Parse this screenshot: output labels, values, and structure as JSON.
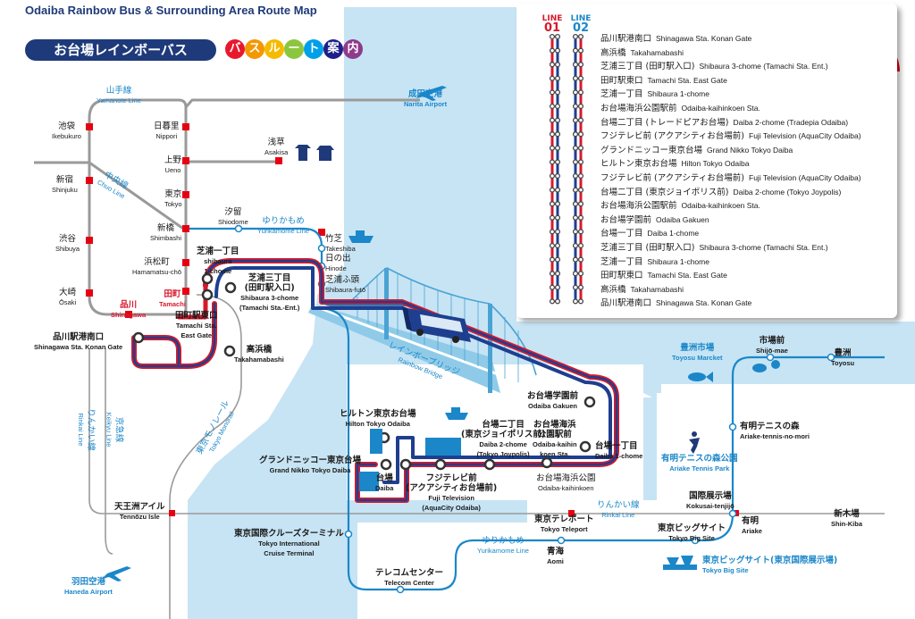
{
  "header": {
    "title": "Odaiba Rainbow Bus & Surrounding Area Route Map",
    "jp_title": "お台場レインボーバス",
    "route_guide_chars": [
      "バ",
      "ス",
      "ル",
      "ー",
      "ト",
      "案",
      "内"
    ],
    "route_guide_colors": [
      "#e8192c",
      "#f39800",
      "#f6ba00",
      "#8cc63f",
      "#00a0e9",
      "#1d2088",
      "#8e3b8b"
    ]
  },
  "colors": {
    "line01": "#d7192d",
    "line02": "#1e3f8f",
    "jr": "#9a9a9a",
    "yurikamome": "#1b87c9",
    "water": "#c7e4f4"
  },
  "stop_panel": {
    "line01_label": "LINE",
    "line01_num": "01",
    "line02_label": "LINE",
    "line02_num": "02",
    "stops": [
      {
        "jp": "品川駅港南口",
        "en": "Shinagawa Sta. Konan Gate"
      },
      {
        "jp": "高浜橋",
        "en": "Takahamabashi"
      },
      {
        "jp": "芝浦三丁目 (田町駅入口)",
        "en": "Shibaura 3-chome (Tamachi Sta. Ent.)"
      },
      {
        "jp": "田町駅東口",
        "en": "Tamachi Sta. East Gate"
      },
      {
        "jp": "芝浦一丁目",
        "en": "Shibaura 1-chome"
      },
      {
        "jp": "お台場海浜公園駅前",
        "en": "Odaiba-kaihinkoen Sta."
      },
      {
        "jp": "台場二丁目 (トレードピアお台場)",
        "en": "Daiba 2-chome (Tradepia  Odaiba)"
      },
      {
        "jp": "フジテレビ前 (アクアシティお台場前)",
        "en": "Fuji Television (AquaCity Odaiba)"
      },
      {
        "jp": "グランドニッコー東京台場",
        "en": "Grand Nikko Tokyo Daiba"
      },
      {
        "jp": "ヒルトン東京お台場",
        "en": "Hilton Tokyo Odaiba"
      },
      {
        "jp": "フジテレビ前 (アクアシティお台場前)",
        "en": "Fuji Television (AquaCity Odaiba)"
      },
      {
        "jp": "台場二丁目 (東京ジョイポリス前)",
        "en": "Daiba 2-chome (Tokyo Joypolis)"
      },
      {
        "jp": "お台場海浜公園駅前",
        "en": "Odaiba-kaihinkoen Sta."
      },
      {
        "jp": "お台場学園前",
        "en": "Odaiba Gakuen"
      },
      {
        "jp": "台場一丁目",
        "en": "Daiba 1-chome"
      },
      {
        "jp": "芝浦三丁目 (田町駅入口)",
        "en": "Shibaura 3-chome (Tamachi Sta. Ent.)"
      },
      {
        "jp": "芝浦一丁目",
        "en": "Shibaura 1-chome"
      },
      {
        "jp": "田町駅東口",
        "en": "Tamachi Sta. East Gate"
      },
      {
        "jp": "高浜橋",
        "en": "Takahamabashi"
      },
      {
        "jp": "品川駅港南口",
        "en": "Shinagawa Sta. Konan Gate"
      }
    ]
  },
  "lines": {
    "yamanote": {
      "jp": "山手線",
      "en": "Yamanote Line"
    },
    "chuo": {
      "jp": "中央線",
      "en": "Chuo Line"
    },
    "yurikamome_top": {
      "jp": "ゆりかもめ",
      "en": "Yurikamome Line"
    },
    "yurikamome_bottom": {
      "jp": "ゆりかもめ",
      "en": "Yurikamome Line"
    },
    "rainbow_bridge": {
      "jp": "レインボーブリッジ",
      "en": "Rainbow Bridge"
    },
    "tokyo_monorail": {
      "jp": "東京モノレール",
      "en": "Tokyo Monorail"
    },
    "keikyu": {
      "jp": "京急線",
      "en": "Keikyu Line"
    },
    "rinkai_left": {
      "jp": "りんかい線",
      "en": "Rinkai Line"
    },
    "rinkai_right": {
      "jp": "りんかい線",
      "en": "Rinkai Line"
    }
  },
  "stations": {
    "ikebukuro": {
      "jp": "池袋",
      "en": "Ikebukuro"
    },
    "shinjuku": {
      "jp": "新宿",
      "en": "Shinjuku"
    },
    "shibuya": {
      "jp": "渋谷",
      "en": "Shibuya"
    },
    "osaki": {
      "jp": "大崎",
      "en": "Ōsaki"
    },
    "shinagawa": {
      "jp": "品川",
      "en": "Shinagawa"
    },
    "nippori": {
      "jp": "日暮里",
      "en": "Nippori"
    },
    "ueno": {
      "jp": "上野",
      "en": "Ueno"
    },
    "tokyo": {
      "jp": "東京",
      "en": "Tokyo"
    },
    "shimbashi": {
      "jp": "新橋",
      "en": "Shimbashi"
    },
    "hamamatsucho": {
      "jp": "浜松町",
      "en": "Hamamatsu-chō"
    },
    "tamachi": {
      "jp": "田町",
      "en": "Tamachi"
    },
    "asakusa": {
      "jp": "浅草",
      "en": "Asakisa"
    },
    "narita": {
      "jp": "成田空港",
      "en": "Narita Airport"
    },
    "shiodome": {
      "jp": "汐留",
      "en": "Shiodome"
    },
    "takeshiba": {
      "jp": "竹芝",
      "en": "Takeshiba"
    },
    "hinode": {
      "jp": "日の出",
      "en": "Hinode"
    },
    "shibaura_futo": {
      "jp": "芝浦ふ頭",
      "en": "Shibaura-futō"
    },
    "haneda": {
      "jp": "羽田空港",
      "en": "Haneda Airport"
    },
    "tennozu": {
      "jp": "天王洲アイル",
      "en": "Tennōzu Isle"
    },
    "toyosu_market": {
      "jp": "豊洲市場",
      "en": "Toyosu Marcket"
    },
    "shijomae": {
      "jp": "市場前",
      "en": "Shijō-mae"
    },
    "toyosu": {
      "jp": "豊洲",
      "en": "Toyosu"
    },
    "ariake_tennis_mori": {
      "jp": "有明テニスの森",
      "en": "Ariake-tennis-no-mori"
    },
    "ariake_tennis_park": {
      "jp": "有明テニスの森公園",
      "en": "Ariake Tennis Park"
    },
    "kokusai_tenjijo": {
      "jp": "国際展示場",
      "en": "Kokusai-tenjijō"
    },
    "ariake": {
      "jp": "有明",
      "en": "Ariake"
    },
    "shinkiba": {
      "jp": "新木場",
      "en": "Shin-Kiba"
    },
    "tokyo_teleport": {
      "jp": "東京テレポート",
      "en": "Tokyo Teleport"
    },
    "tokyo_big_sight": {
      "jp": "東京ビッグサイト",
      "en": "Tokyo Big Site"
    },
    "tokyo_big_sight_hall": {
      "jp": "東京ビッグサイト(東京国際展示場)",
      "en": "Tokyo Big Site"
    },
    "aomi": {
      "jp": "青海",
      "en": "Aomi"
    },
    "telecom_center": {
      "jp": "テレコムセンター",
      "en": "Telecom Center"
    },
    "cruise_terminal": {
      "jp": "東京国際クルーズターミナル",
      "en": "Tokyo International\nCruise Terminal"
    }
  },
  "bus_stops": {
    "shinagawa_konan": {
      "jp": "品川駅港南口",
      "en": "Shinagawa Sta. Konan Gate"
    },
    "takahamabashi": {
      "jp": "高浜橋",
      "en": "Takahamabashi"
    },
    "tamachi_east": {
      "jp": "田町駅東口",
      "en": "Tamachi Sta.\nEast Gate"
    },
    "shibaura1": {
      "jp": "芝浦一丁目",
      "en": "shibaura\n1-chome"
    },
    "shibaura3_jp": "芝浦三丁目",
    "shibaura3_jp2": "(田町駅入口)",
    "shibaura3_en": "Shibaura 3-chome\n(Tamachi Sta.-Ent.)",
    "odaiba_gakuen": {
      "jp": "お台場学園前",
      "en": "Odaiba Gakuen"
    },
    "kaihin_jp": "お台場海浜\n公園駅前",
    "kaihin_en": "Odaiba-kaihin\nkoen Sta.",
    "daiba1": {
      "jp": "台場一丁目",
      "en": "Daiba 1-chome"
    },
    "daiba2_jp": "台場二丁目\n(東京ジョイポリス前)",
    "daiba2_en": "Daiba 2-chome\n(Tokyo Joypolis)",
    "hilton": {
      "jp": "ヒルトン東京お台場",
      "en": "Hilton Tokyo Odaiba"
    },
    "grand_nikko": {
      "jp": "グランドニッコー東京台場",
      "en": "Grand Nikko Tokyo Daiba"
    },
    "daiba": {
      "jp": "台場",
      "en": "Daiba"
    },
    "fuji_jp": "フジテレビ前\n(アクアシティお台場前)",
    "fuji_en": "Fuji Television\n(AquaCity Odaiba)",
    "kaihinkoen": {
      "jp": "お台場海浜公園",
      "en": "Odaiba-kaihinkoen"
    }
  }
}
